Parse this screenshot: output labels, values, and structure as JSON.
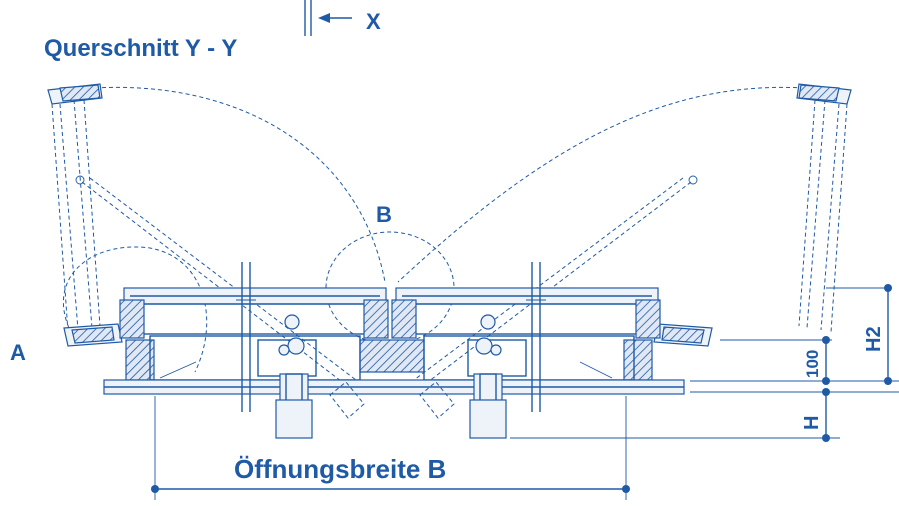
{
  "title": "Querschnitt Y - Y",
  "labels": {
    "x_marker": "X",
    "detail_a": "A",
    "detail_b": "B",
    "dim_100": "100",
    "dim_h2": "H2",
    "dim_h": "H",
    "opening_width": "Öffnungsbreite B"
  },
  "colors": {
    "line": "#1f5aa6",
    "background": "#ffffff"
  }
}
